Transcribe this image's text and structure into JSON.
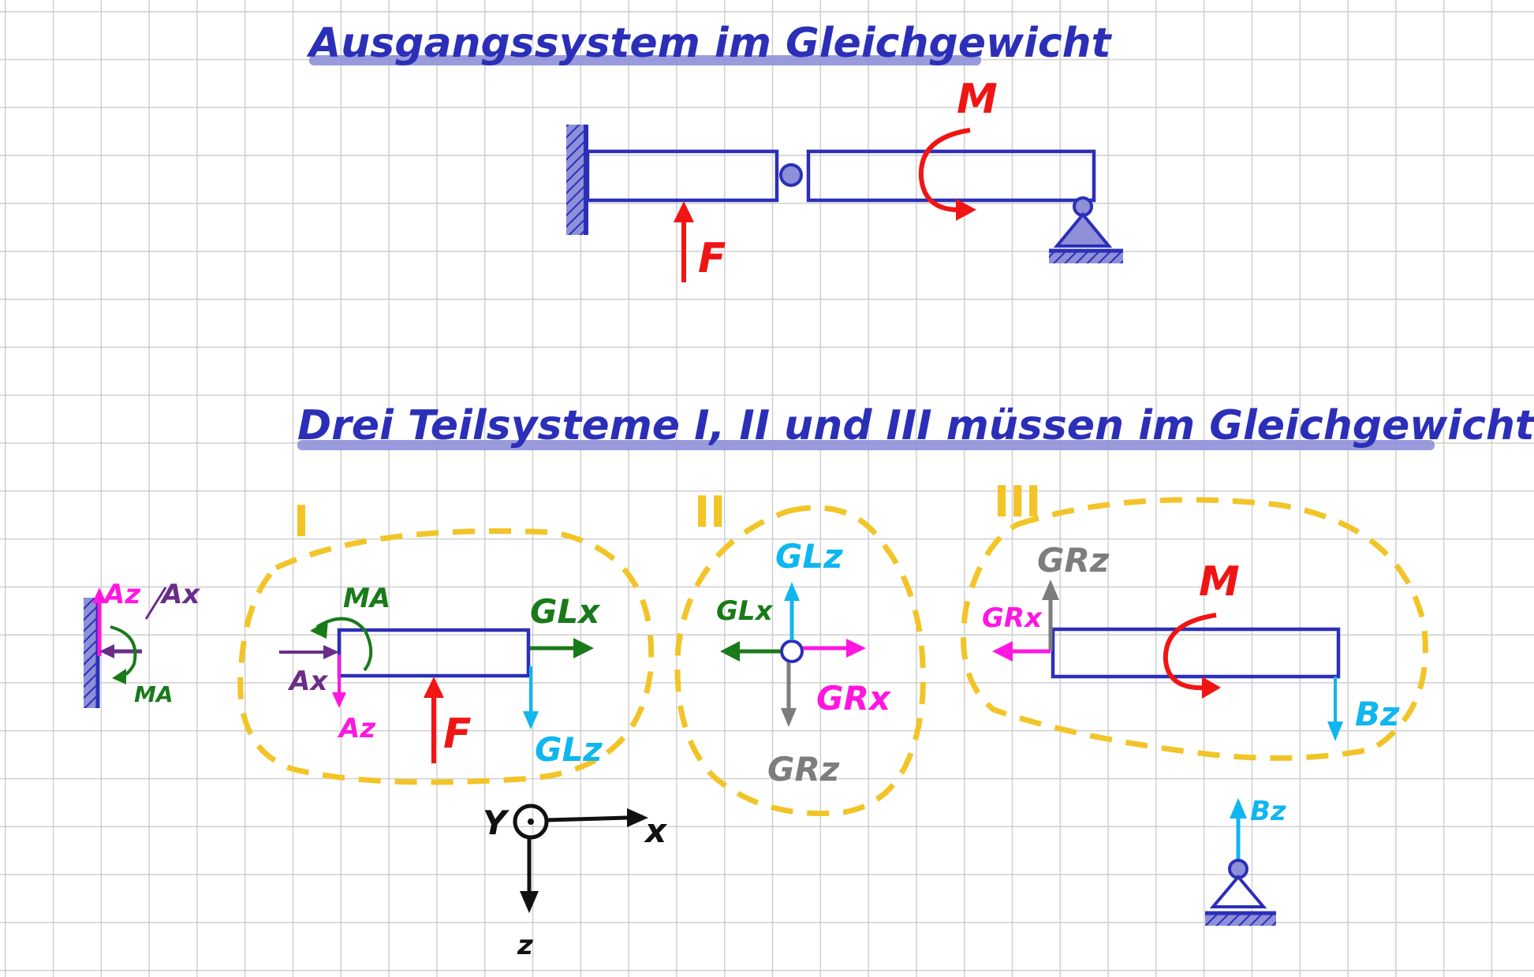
{
  "titles": {
    "original": "Ausgangssystem im Gleichgewicht",
    "parts": "Drei Teilsysteme I, II und III müssen im Gleichgewichtsein"
  },
  "colors": {
    "structure": "#2b2fb8",
    "structure_shade": "#8e90d8",
    "force_F": "#f01515",
    "moment_M": "#f01515",
    "A_z": "#ff16e0",
    "A_x": "#6a2d88",
    "M_A": "#197a19",
    "G_L": "#197a19",
    "G_L_z": "#10b6ee",
    "G_R_x": "#ff16e0",
    "G_R_z": "#7d7d7d",
    "B_z": "#10b6ee",
    "cut_boundary": "#f2c428",
    "axes": "#111111"
  },
  "original_system": {
    "force_label": "F",
    "moment_label": "M"
  },
  "clamp_detail": {
    "az": "Az",
    "ax": "Ax",
    "ma": "MA"
  },
  "subsystem_1": {
    "roman": "I",
    "ma": "MA",
    "ax": "Ax",
    "az": "Az",
    "f": "F",
    "glx": "GLx",
    "glz": "GLz"
  },
  "subsystem_2": {
    "roman": "II",
    "glz": "GLz",
    "glx": "GLx",
    "grx": "GRx",
    "grz": "GRz"
  },
  "subsystem_3": {
    "roman": "III",
    "grz": "GRz",
    "grx": "GRx",
    "m": "M",
    "bz": "Bz"
  },
  "support_detail": {
    "bz": "Bz"
  },
  "axes": {
    "x": "x",
    "y": "Y",
    "z": "z"
  }
}
